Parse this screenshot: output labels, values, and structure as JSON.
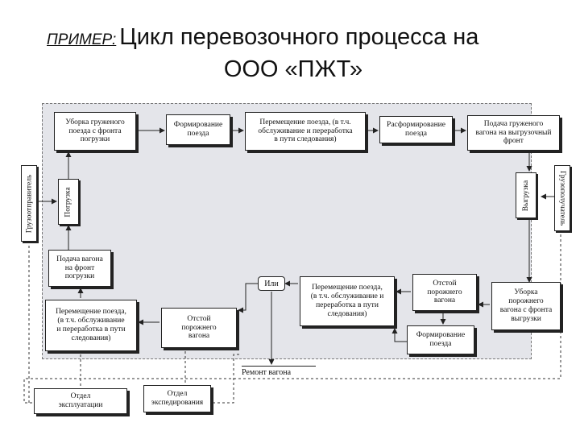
{
  "header": {
    "prefix": "ПРИМЕР:",
    "title_line1": "Цикл перевозочного процесса на",
    "title_line2": "ООО «ПЖТ»"
  },
  "diagram": {
    "boxes": {
      "uborka_gruzh": "Уборка груженого\nпоезда с фронта\nпогрузки",
      "formirovanie_top": "Формирование\nпоезда",
      "peremeshenie_top": "Перемещение поезда, (в т.ч.\nобслуживание и переработка\nв пути следования)",
      "rasformirovanie": "Расформирование\nпоезда",
      "podacha_gruzh": "Подача груженого\nвагона на выгрузочный\nфронт",
      "pogruzka": "Погрузка",
      "vygruzka": "Выгрузка",
      "gruzootpravitel": "Грузоотправитель",
      "gruzopoluchatel": "Грузополучатель",
      "podacha_front": "Подача вагона\nна фронт\nпогрузки",
      "ili": "Или",
      "peremeshenie_mid": "Перемещение поезда,\n(в т.ч. обслуживание и\nпереработка в пути\nследования)",
      "otstoy_right": "Отстой\nпорожнего\nвагона",
      "uborka_porozh": "Уборка\nпорожнего\nвагона с фронта\nвыгрузки",
      "peremeshenie_left": "Перемещение поезда,\n(в т.ч. обслуживание\nи переработка в пути\nследования)",
      "otstoy_mid": "Отстой\nпорожнего\nвагона",
      "formirovanie_bottom": "Формирование\nпоезда",
      "remont": "Ремонт вагона",
      "otdel_exp": "Отдел\nэксплуатации",
      "otdel_ekspedir": "Отдел\nэкспедирования"
    }
  }
}
